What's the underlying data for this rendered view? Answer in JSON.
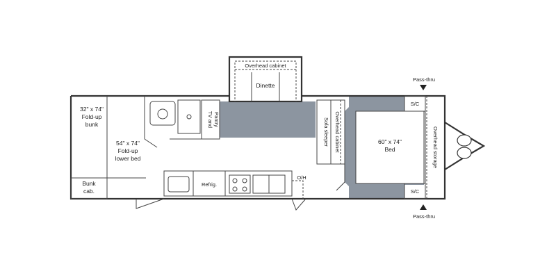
{
  "floorplan": {
    "colors": {
      "floor": "#8c95a0",
      "wall": "#333333",
      "background": "#ffffff"
    },
    "labels": {
      "bunk_upper": [
        "32\" x 74\"",
        "Fold-up",
        "bunk"
      ],
      "bunk_lower": [
        "54\" x 74\"",
        "Fold-up",
        "lower bed"
      ],
      "bunk_cab": [
        "Bunk",
        "cab."
      ],
      "tv_pantry": [
        "TV and",
        "Pantry"
      ],
      "overhead_cabinet_slide": "Overhead cabinet",
      "dinette": "Dinette",
      "overhead_cabinet_side": "Overhead cabinet",
      "sofa_sleeper": "Sofa sleeper",
      "bed": [
        "60\" x 74\"",
        "Bed"
      ],
      "overhead_storage": "Overhead storage",
      "sc_top": "S/C",
      "sc_bottom": "S/C",
      "passthru_top": "Pass-thru",
      "passthru_bottom": "Pass-thru",
      "refrig": "Refrig.",
      "oh": "O/H"
    }
  }
}
